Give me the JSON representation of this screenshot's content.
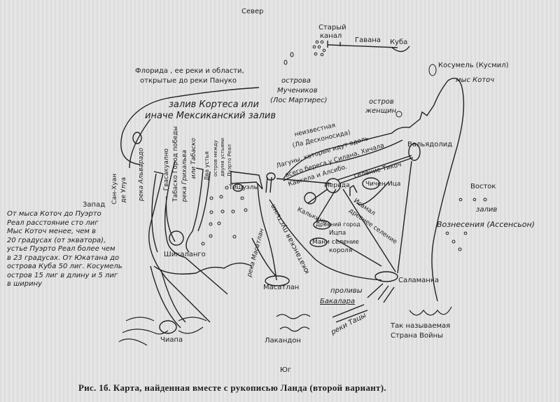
{
  "compass": {
    "north": "Север",
    "south": "Юг",
    "west": "Запад",
    "east": "Восток"
  },
  "labels": {
    "old_channel_1": "Старый",
    "old_channel_2": "канал",
    "havana": "Гавана",
    "cuba": "Куба",
    "florida_1": "Флорида , ее реки и области,",
    "florida_2": "открытые до реки Пануко",
    "martyrs_1": "острова",
    "martyrs_2": "Мучеников",
    "martyrs_3": "(Лос Мартирес)",
    "women_island_1": "остров",
    "women_island_2": "женщин",
    "cozumel": "Косумель (Кусмил)",
    "cape_catoche": "мыс Коточ",
    "gulf_1": "залив Кортеса или",
    "gulf_2": "иначе Мексиканский залив",
    "unknown_1": "неизвестная",
    "unknown_2": "(Ла Десконосида)",
    "lagoons_1": "Лагуны, которые идут вдоль",
    "lagoons_2": "всего берега у Силана, Хичала",
    "lagoons_3": "Кавкела и Алсибо.",
    "valladolid": "Вальядолид",
    "tikoch": "селение Тикоч",
    "merida": "Мерида",
    "chichen_itza": "Чичен-Ица",
    "izamal_1": "Исамал",
    "izamal_2": "древнее селение",
    "kalkini": "Калькини",
    "bay_1": "залив",
    "bay_2": "Вознесения (Ассенсьон)",
    "ichpa_1": "Древний город",
    "ichpa_2": "Ицпа",
    "mani_1": "Мани селение",
    "mani_2": "короля",
    "tishuel": "Тишуэль",
    "san_juan_1": "Сан-Хуан",
    "san_juan_2": "де Улуа",
    "alvarado": "река Альварадо",
    "guasacualco": "Гвасакуално",
    "tabasco_city": "Табаско Город победы",
    "grijalva_1": "река Грихальва",
    "grijalva_2": "или Табаско",
    "two_mouths": "Два устья",
    "island_between_1": "остров между",
    "island_between_2": "двумя устьями",
    "island_between_3": "Пуэрто Реал",
    "desert": "юкатанская пустыня",
    "mazatlan_river": "река Масатлан",
    "xicalango": "Шикаланго",
    "mazatlan": "Масатлан",
    "salamanca": "Саламанка",
    "bacalar_1": "проливы",
    "bacalar_2": "Бакалара",
    "tatsy": "реки Тацы",
    "war_land_1": "Так называемая",
    "war_land_2": "Страна Войны",
    "chiapa": "Чиапа",
    "lacandon": "Лакандон"
  },
  "note": [
    "От мыса Коточ до Пуэрто",
    "Реал расстояние сто лиг",
    "Мыс Коточ менее, чем в",
    "20 градусах (от экватора),",
    "устье Пуэрто Реал более чем",
    "в 23 градусах. От Юкатана до",
    "острова Куба 50 лиг. Косумель",
    "остров 15 лиг в длину и 5 лиг",
    "в ширину"
  ],
  "caption": "Рис. 1б. Карта, найденная вместе с рукописью Ланда (второй вариант)."
}
